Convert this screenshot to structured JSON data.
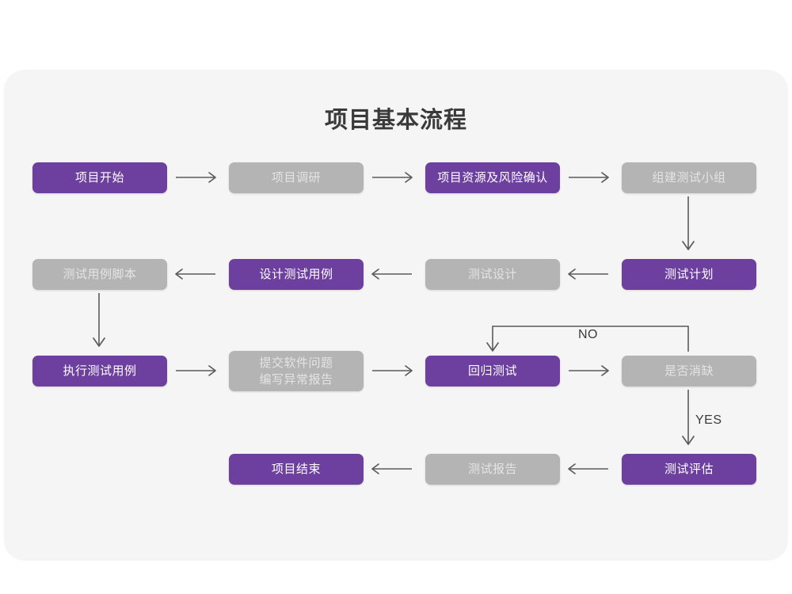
{
  "page": {
    "title": "项目基本流程",
    "background_color": "#ffffff",
    "panel_color": "#f5f5f5",
    "accent_purple": "#6d3f9e",
    "muted_gray": "#b4b4b4"
  },
  "nodes": {
    "r1c1": {
      "label": "项目开始",
      "style": "purple"
    },
    "r1c2": {
      "label": "项目调研",
      "style": "gray"
    },
    "r1c3": {
      "label": "项目资源及风险确认",
      "style": "purple"
    },
    "r1c4": {
      "label": "组建测试小组",
      "style": "gray"
    },
    "r2c1": {
      "label": "测试用例脚本",
      "style": "gray"
    },
    "r2c2": {
      "label": "设计测试用例",
      "style": "purple"
    },
    "r2c3": {
      "label": "测试设计",
      "style": "gray"
    },
    "r2c4": {
      "label": "测试计划",
      "style": "purple"
    },
    "r3c1": {
      "label": "执行测试用例",
      "style": "purple"
    },
    "r3c2": {
      "label": "提交软件问题\n编写异常报告",
      "style": "gray"
    },
    "r3c3": {
      "label": "回归测试",
      "style": "purple"
    },
    "r3c4": {
      "label": "是否消缺",
      "style": "gray"
    },
    "r4c2": {
      "label": "项目结束",
      "style": "purple"
    },
    "r4c3": {
      "label": "测试报告",
      "style": "gray"
    },
    "r4c4": {
      "label": "测试评估",
      "style": "purple"
    }
  },
  "edge_labels": {
    "no": "NO",
    "yes": "YES"
  }
}
